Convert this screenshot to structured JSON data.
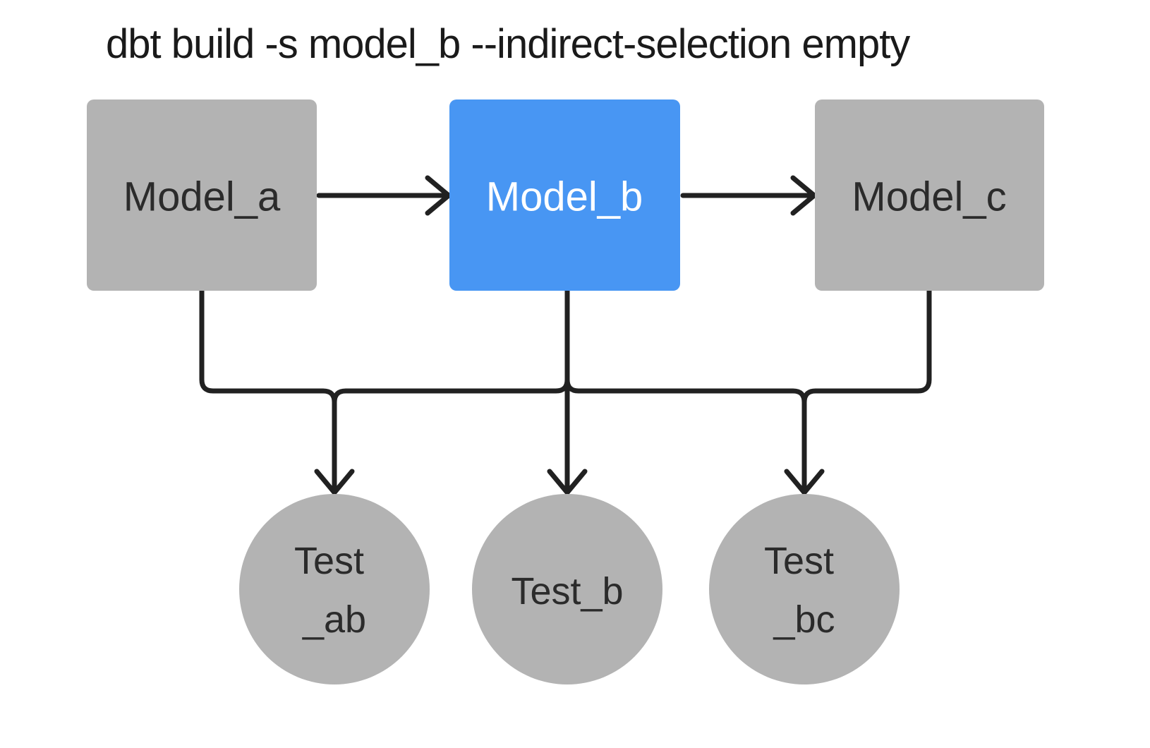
{
  "title": "dbt build -s model_b --indirect-selection empty",
  "colors": {
    "node_selected": "#4896f3",
    "node_unselected": "#b3b3b3",
    "edge": "#212121",
    "label_dark": "#2b2b2b",
    "label_light": "#ffffff",
    "title_text": "#1a1a1a"
  },
  "nodes": {
    "model_a": {
      "label": "Model_a",
      "type": "model",
      "selected": false
    },
    "model_b": {
      "label": "Model_b",
      "type": "model",
      "selected": true
    },
    "model_c": {
      "label": "Model_c",
      "type": "model",
      "selected": false
    },
    "test_ab": {
      "label_line1": "Test",
      "label_line2": "_ab",
      "type": "test",
      "selected": false
    },
    "test_b": {
      "label": "Test_b",
      "type": "test",
      "selected": false
    },
    "test_bc": {
      "label_line1": "Test",
      "label_line2": "_bc",
      "type": "test",
      "selected": false
    }
  },
  "edges": [
    {
      "from": "model_a",
      "to": "model_b"
    },
    {
      "from": "model_b",
      "to": "model_c"
    },
    {
      "from": "model_a",
      "to": "test_ab"
    },
    {
      "from": "model_b",
      "to": "test_ab"
    },
    {
      "from": "model_b",
      "to": "test_b"
    },
    {
      "from": "model_b",
      "to": "test_bc"
    },
    {
      "from": "model_c",
      "to": "test_bc"
    }
  ]
}
